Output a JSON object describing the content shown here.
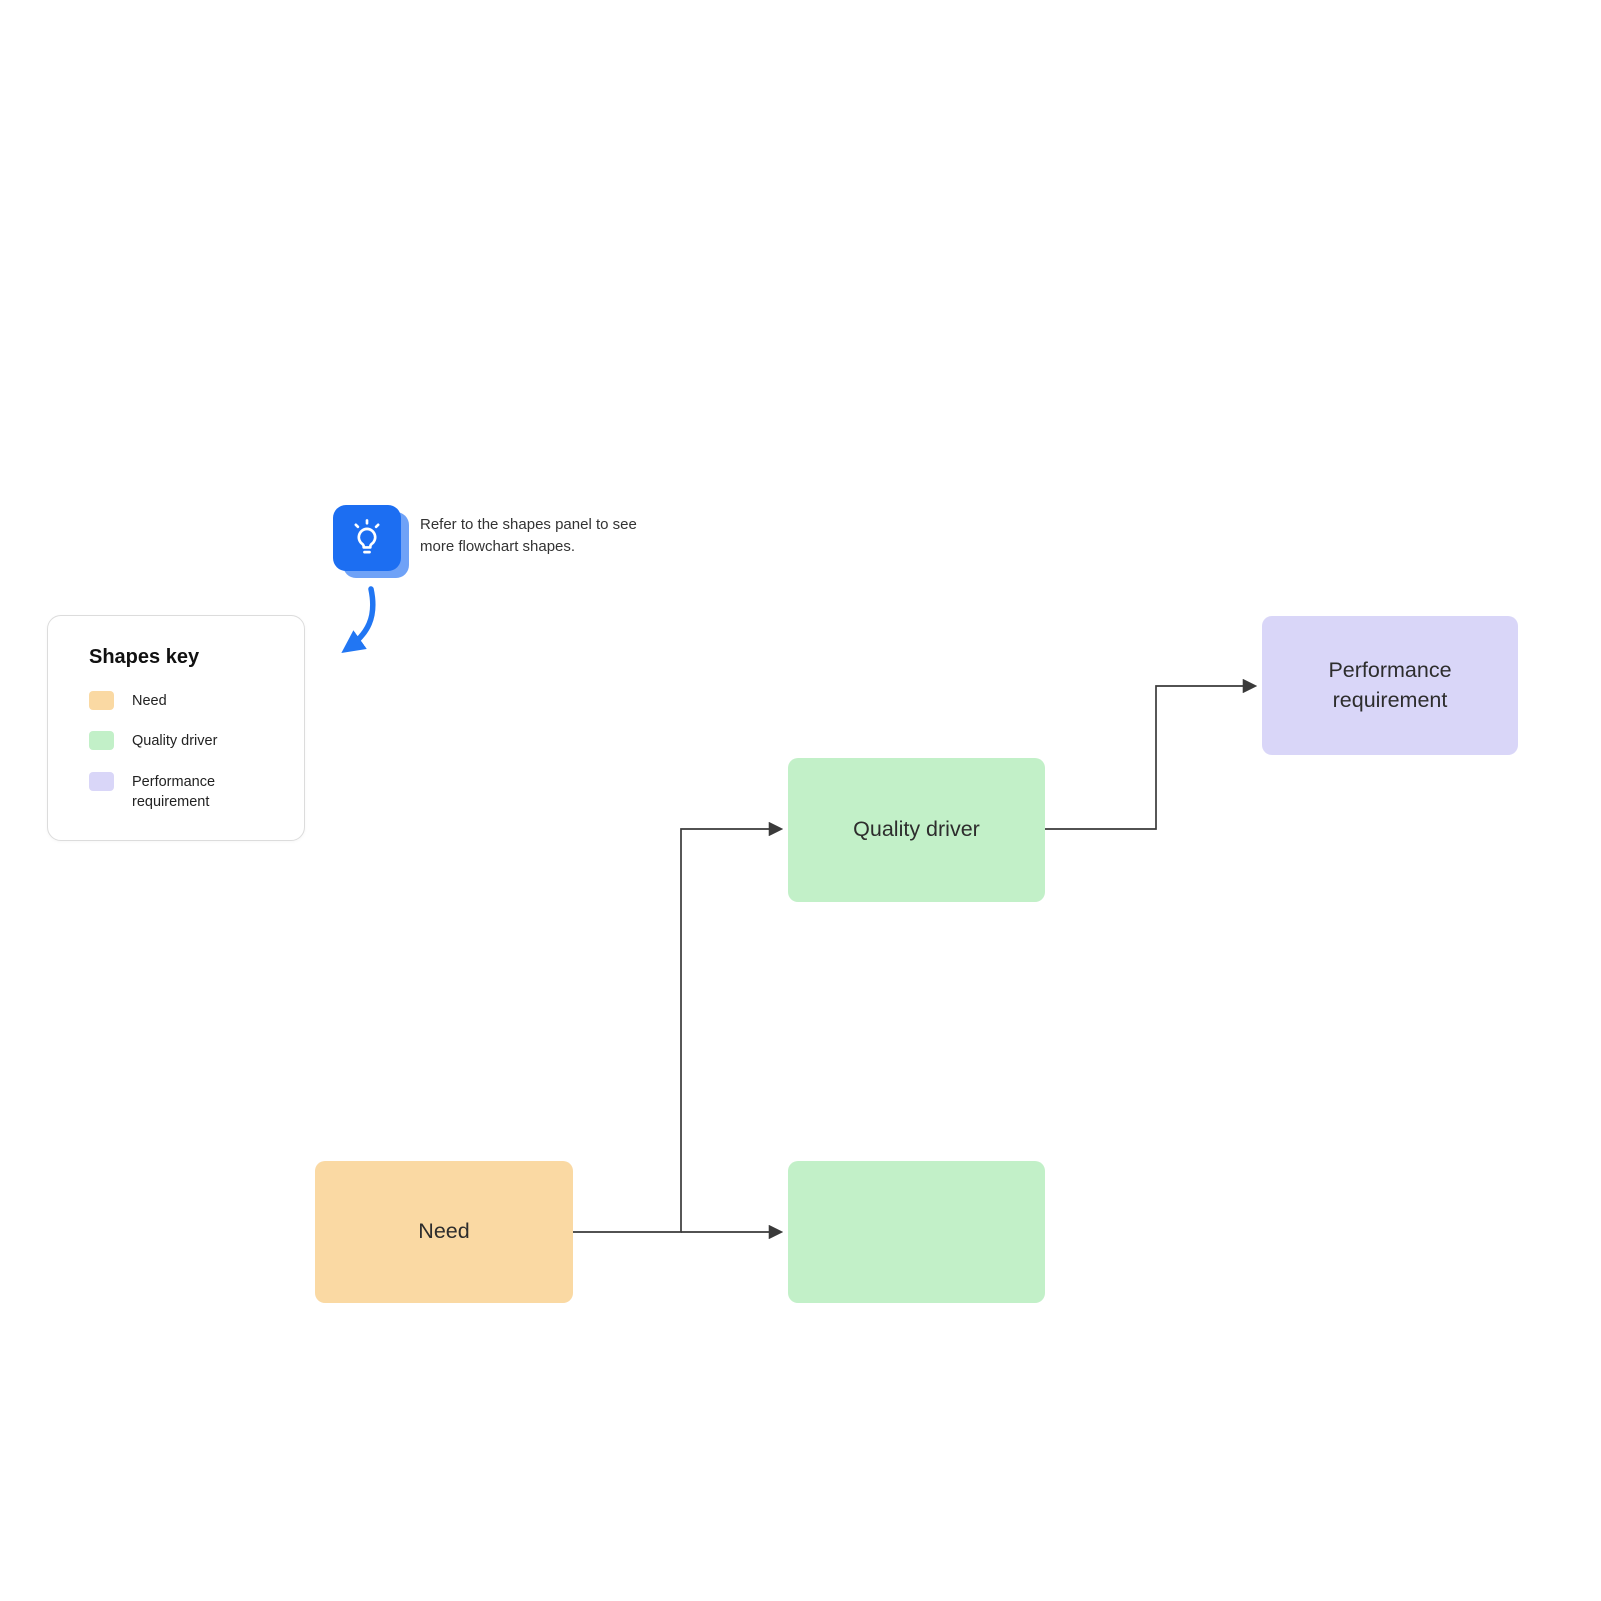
{
  "tip": {
    "icon": "lightbulb-icon",
    "text": "Refer to the shapes panel to see more flowchart shapes."
  },
  "shapes_key": {
    "title": "Shapes key",
    "items": [
      {
        "label": "Need",
        "color": "#FAD9A3"
      },
      {
        "label": "Quality driver",
        "color": "#C2F0C8"
      },
      {
        "label": "Performance requirement",
        "color": "#D9D6F8"
      }
    ]
  },
  "nodes": [
    {
      "id": "need",
      "label": "Need",
      "color": "#FAD9A3"
    },
    {
      "id": "quality-driver",
      "label": "Quality driver",
      "color": "#C2F0C8"
    },
    {
      "id": "quality-driver-empty",
      "label": "",
      "color": "#C2F0C8"
    },
    {
      "id": "performance-requirement",
      "label": "Performance requirement",
      "color": "#D9D6F8"
    }
  ],
  "edges": [
    {
      "from": "need",
      "to": "quality-driver"
    },
    {
      "from": "need",
      "to": "quality-driver-empty"
    },
    {
      "from": "quality-driver",
      "to": "performance-requirement"
    }
  ],
  "colors": {
    "connector": "#3A3A3A",
    "tip_blue": "#1C6EF2",
    "tip_blue_light": "#6FA2F7",
    "panel_border": "#DCDCDC",
    "background": "#FFFFFF"
  }
}
